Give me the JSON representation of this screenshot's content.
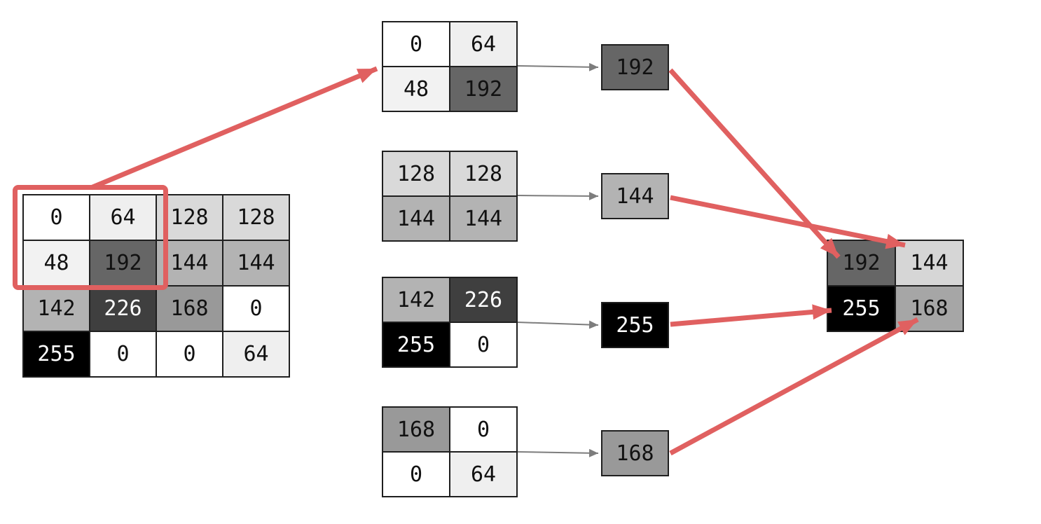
{
  "input_matrix": {
    "rows": [
      [
        0,
        64,
        128,
        128
      ],
      [
        48,
        192,
        144,
        144
      ],
      [
        142,
        226,
        168,
        0
      ],
      [
        255,
        0,
        0,
        64
      ]
    ]
  },
  "patches": [
    {
      "rows": [
        [
          0,
          64
        ],
        [
          48,
          192
        ]
      ],
      "result": 192
    },
    {
      "rows": [
        [
          128,
          128
        ],
        [
          144,
          144
        ]
      ],
      "result": 144
    },
    {
      "rows": [
        [
          142,
          226
        ],
        [
          255,
          0
        ]
      ],
      "result": 255
    },
    {
      "rows": [
        [
          168,
          0
        ],
        [
          0,
          64
        ]
      ],
      "result": 168
    }
  ],
  "output_matrix": {
    "rows": [
      [
        192,
        144
      ],
      [
        255,
        168
      ]
    ]
  },
  "colors": {
    "highlight_red": "#e06060",
    "connector_gray": "#7d7d7d",
    "border_black": "#1f1f1f",
    "value_shades": {
      "0": "#ffffff",
      "48": "#f2f2f2",
      "64": "#efefef",
      "128": "#d9d9d9",
      "142": "#b3b3b3",
      "144": "#b3b3b3",
      "168": "#999999",
      "192": "#666666",
      "226": "#3f3f3f",
      "255": "#000000"
    },
    "output_shades": {
      "144": "#d6d6d6",
      "168": "#a6a6a6"
    }
  }
}
